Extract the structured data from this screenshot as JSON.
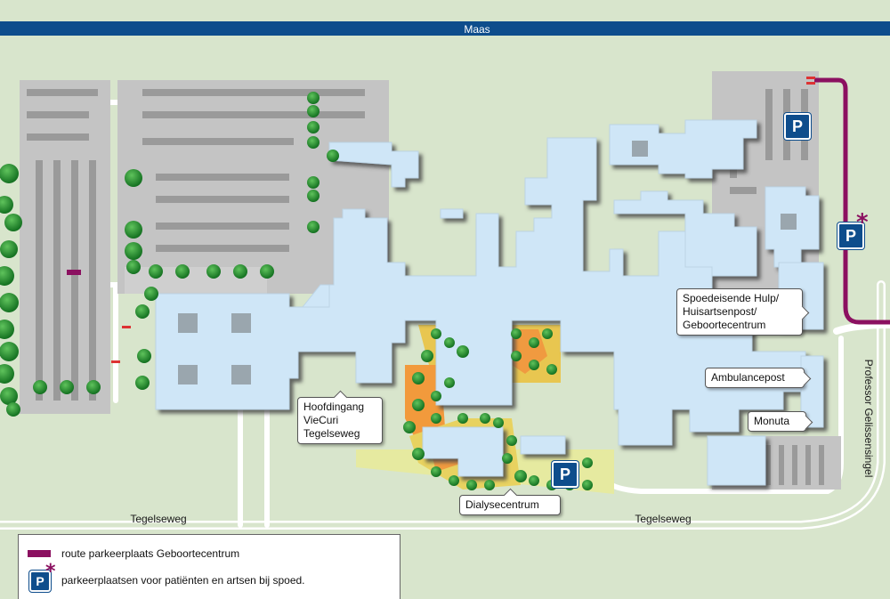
{
  "river": {
    "name": "Maas",
    "color": "#0e4d8c"
  },
  "roads": {
    "tegelseweg_west": "Tegelseweg",
    "tegelseweg_east": "Tegelseweg",
    "professor": "Professor Gelissensingel"
  },
  "callouts": {
    "spoed": "Spoedeisende Hulp/\nHuisartsenpost/\nGeboortecentrum",
    "ambulance": "Ambulancepost",
    "monuta": "Monuta",
    "hoofdingang": "Hoofdingang\nVieCuri\nTegelseweg",
    "dialyse": "Dialysecentrum"
  },
  "parking": {
    "symbol": "P",
    "star": "*"
  },
  "legend": {
    "route_label": "route parkeerplaats Geboortecentrum",
    "spoed_parking_label": "parkeerplaatsen voor patiënten en artsen bij spoed."
  },
  "colors": {
    "building": "#cfe6f7",
    "route": "#8b1060",
    "parking_lot": "#bfbfbf",
    "grass": "#d8e5cc",
    "tree": "#1f8a2a"
  }
}
